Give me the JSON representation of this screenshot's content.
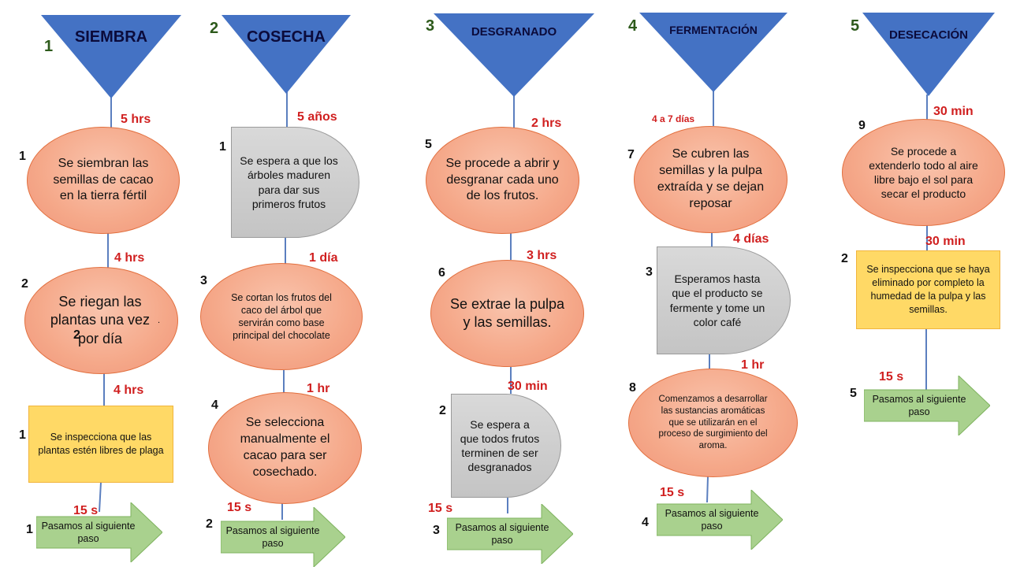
{
  "colors": {
    "funnel": "#4472C4",
    "time": "#d01f1f",
    "oval": "#f5a889",
    "delay": "#cfcfcf",
    "rect": "#ffd966",
    "arrow": "#a9d18e"
  },
  "columns": [
    {
      "number": "1",
      "title": "SIEMBRA",
      "times": [
        "5 hrs",
        "4 hrs",
        "4 hrs",
        "15 s"
      ],
      "step1": {
        "num": "1",
        "text": "Se siembran las semillas de cacao en la tierra fértil"
      },
      "step2": {
        "num": "2",
        "text": "Se riegan las plantas una vez por día",
        "mark": "2",
        "dot": "."
      },
      "step3": {
        "num": "1",
        "text": "Se inspecciona que las plantas estén libres de plaga"
      },
      "arrow": {
        "num": "1",
        "text": "Pasamos al siguiente paso"
      }
    },
    {
      "number": "2",
      "title": "COSECHA",
      "times": [
        "5 años",
        "1 día",
        "1 hr",
        "15 s"
      ],
      "step1": {
        "num": "1",
        "text": "Se espera a que los árboles maduren para dar sus primeros frutos"
      },
      "step2": {
        "num": "3",
        "text": "Se cortan los frutos del caco del árbol que servirán como base principal del chocolate"
      },
      "step3": {
        "num": "4",
        "text": "Se selecciona manualmente el cacao para ser cosechado."
      },
      "arrow": {
        "num": "2",
        "text": "Pasamos al siguiente paso"
      }
    },
    {
      "number": "3",
      "title": "DESGRANADO",
      "times": [
        "2 hrs",
        "3 hrs",
        "30 min",
        "15 s"
      ],
      "step1": {
        "num": "5",
        "text": "Se procede a abrir y desgranar cada uno de los frutos."
      },
      "step2": {
        "num": "6",
        "text": "Se extrae la pulpa y las semillas."
      },
      "step3": {
        "num": "2",
        "text": "Se espera a que todos frutos terminen de ser desgranados"
      },
      "arrow": {
        "num": "3",
        "text": "Pasamos al siguiente paso"
      }
    },
    {
      "number": "4",
      "title": "FERMENTACIÓN",
      "times": [
        "4 a 7 días",
        "4 días",
        "1 hr",
        "15 s"
      ],
      "step1": {
        "num": "7",
        "text": "Se cubren las semillas y la pulpa extraída y se dejan reposar"
      },
      "step2": {
        "num": "3",
        "text": "Esperamos hasta que el producto se fermente y tome un color café"
      },
      "step3": {
        "num": "8",
        "text": "Comenzamos a desarrollar las sustancias aromáticas que se utilizarán en el proceso de surgimiento del aroma."
      },
      "arrow": {
        "num": "4",
        "text": "Pasamos al siguiente paso"
      }
    },
    {
      "number": "5",
      "title": "DESECACIÓN",
      "times": [
        "30 min",
        "30 min",
        "15 s"
      ],
      "step1": {
        "num": "9",
        "text": "Se procede a extenderlo todo al aire libre bajo el sol para secar el producto"
      },
      "step2": {
        "num": "2",
        "text": "Se inspecciona que se haya eliminado por completo la humedad de la pulpa y las semillas."
      },
      "arrow": {
        "num": "5",
        "text": "Pasamos al siguiente paso"
      }
    }
  ]
}
